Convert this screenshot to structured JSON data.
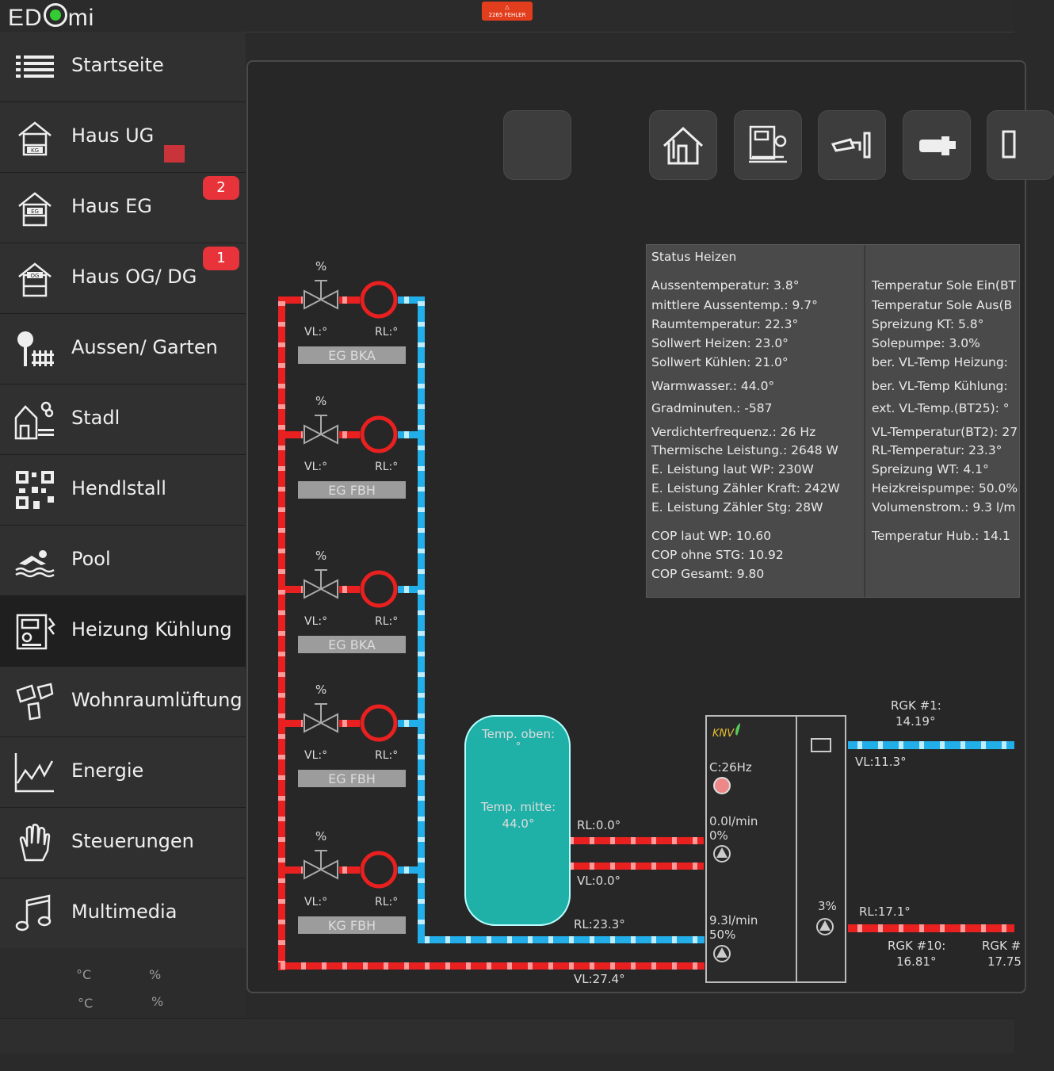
{
  "app": {
    "logo": "ED",
    "logo_tail": "mi",
    "error_badge": "2265 FEHLER"
  },
  "sidebar": {
    "items": [
      {
        "label": "Startseite"
      },
      {
        "label": "Haus UG",
        "icon_text": "KG"
      },
      {
        "label": "Haus EG",
        "badge": "2",
        "icon_text": "EG"
      },
      {
        "label": "Haus OG/ DG",
        "badge": "1",
        "icon_text": "OG"
      },
      {
        "label": "Aussen/ Garten"
      },
      {
        "label": "Stadl"
      },
      {
        "label": "Hendlstall"
      },
      {
        "label": "Pool"
      },
      {
        "label": "Heizung Kühlung"
      },
      {
        "label": "Wohnraumlüftung"
      },
      {
        "label": "Energie"
      },
      {
        "label": "Steuerungen"
      },
      {
        "label": "Multimedia"
      }
    ],
    "footer": {
      "deg1": "°C",
      "pct1": "%",
      "deg2": "°C",
      "pct2": "%"
    }
  },
  "status": {
    "title": "Status Heizen",
    "left": [
      "Aussentemperatur: 3.8°",
      "mittlere Aussentemp.: 9.7°",
      "Raumtemperatur: 22.3°",
      "Sollwert Heizen: 23.0°",
      "Sollwert Kühlen: 21.0°",
      "Warmwasser.: 44.0°",
      "Gradminuten.: -587",
      "Verdichterfrequenz.: 26 Hz",
      "Thermische Leistung.: 2648 W",
      "E. Leistung laut WP: 230W",
      "E. Leistung Zähler Kraft: 242W",
      "E. Leistung Zähler Stg: 28W",
      "COP laut WP: 10.60",
      "COP ohne STG: 10.92",
      "COP Gesamt: 9.80"
    ],
    "right": [
      "Temperatur Sole Ein(BT",
      "Temperatur Sole Aus(B",
      "Spreizung KT: 5.8°",
      "Solepumpe: 3.0%",
      "ber. VL-Temp Heizung:",
      "ber. VL-Temp Kühlung:",
      "ext. VL-Temp.(BT25): °",
      "VL-Temperatur(BT2): 27",
      "RL-Temperatur: 23.3°",
      "Spreizung WT: 4.1°",
      "Heizkreispumpe: 50.0%",
      "Volumenstrom.: 9.3 l/m",
      "Temperatur Hub.: 14.1"
    ]
  },
  "circuits": [
    {
      "name": "EG BKA",
      "pct": "%",
      "vl": "VL:°",
      "rl": "RL:°"
    },
    {
      "name": "EG FBH",
      "pct": "%",
      "vl": "VL:°",
      "rl": "RL:°"
    },
    {
      "name": "EG BKA",
      "pct": "%",
      "vl": "VL:°",
      "rl": "RL:°"
    },
    {
      "name": "EG FBH",
      "pct": "%",
      "vl": "VL:°",
      "rl": "RL:°"
    },
    {
      "name": "KG FBH",
      "pct": "%",
      "vl": "VL:°",
      "rl": "RL:°"
    }
  ],
  "tank": {
    "top_label": "Temp. oben:",
    "top_value": "°",
    "mid_label": "Temp. mitte:",
    "mid_value": "44.0°"
  },
  "pipes": {
    "rl_tank": "RL:0.0°",
    "vl_tank": "VL:0.0°",
    "rl_main": "RL:23.3°",
    "vl_main": "VL:27.4°"
  },
  "heatpump": {
    "brand": "KNV",
    "compressor": "C:26Hz",
    "pump1_flow": "0.0l/min",
    "pump1_pct": "0%",
    "pump2_flow": "9.3l/min",
    "pump2_pct": "50%",
    "brine_pct": "3%"
  },
  "ground": {
    "rgk1_label": "RGK #1:",
    "rgk1_value": "14.19°",
    "vl": "VL:11.3°",
    "rl": "RL:17.1°",
    "rgk10_label": "RGK #10:",
    "rgk10_value": "16.81°",
    "rgkx_label": "RGK #",
    "rgkx_value": "17.75"
  },
  "colors": {
    "hot": "#ee2222",
    "cold": "#33bbee",
    "tank": "#1fb0a8",
    "badge": "#e8333a"
  }
}
